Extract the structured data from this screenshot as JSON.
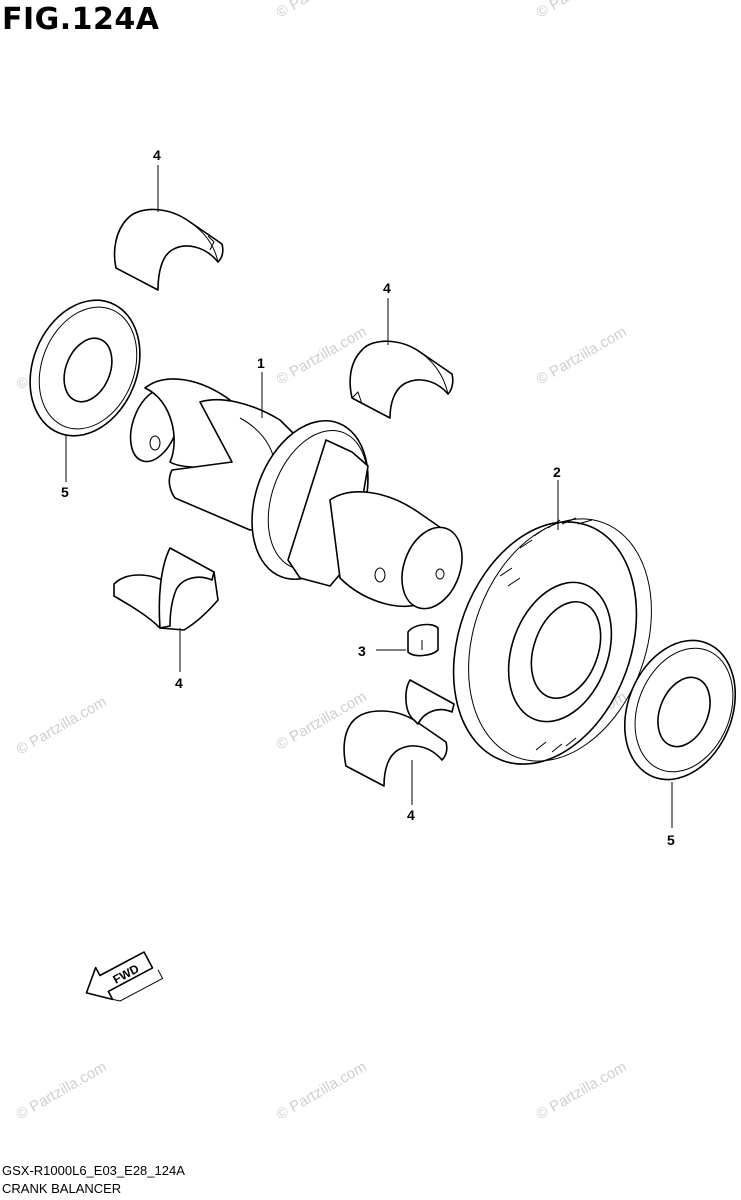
{
  "figure": {
    "title": "FIG.124A",
    "model_code": "GSX-R1000L6_E03_E28_124A",
    "group_name": "CRANK BALANCER"
  },
  "callouts": [
    "1",
    "2",
    "3",
    "4",
    "4",
    "4",
    "4",
    "5",
    "5"
  ],
  "fwd_label": "FWD",
  "watermark": "© Partzilla.com"
}
